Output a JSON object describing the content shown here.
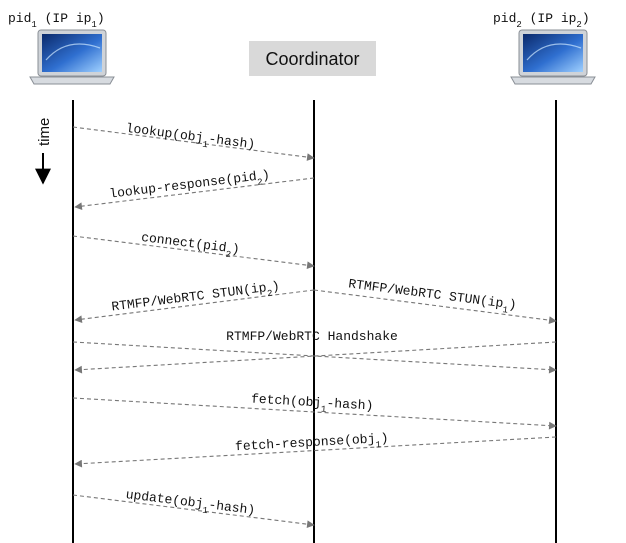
{
  "peer1": {
    "label_prefix": "pid",
    "label_sub": "1",
    "label_mid": " (IP ip",
    "label_sub2": "1",
    "label_suffix": ")"
  },
  "peer2": {
    "label_prefix": "pid",
    "label_sub": "2",
    "label_mid": " (IP ip",
    "label_sub2": "2",
    "label_suffix": ")"
  },
  "coordinator": {
    "label": "Coordinator"
  },
  "time_axis": {
    "label": "time"
  },
  "messages": [
    {
      "parts": [
        "lookup(obj",
        "1",
        "-hash)"
      ],
      "from": "peer1",
      "to": "coordinator"
    },
    {
      "parts": [
        "lookup-response(pid",
        "2",
        ")"
      ],
      "from": "coordinator",
      "to": "peer1"
    },
    {
      "parts": [
        "connect(pid",
        "2",
        ")"
      ],
      "from": "peer1",
      "to": "coordinator"
    },
    {
      "parts": [
        "RTMFP/WebRTC STUN(ip",
        "2",
        ")"
      ],
      "from": "coordinator",
      "to": "peer1"
    },
    {
      "parts": [
        "RTMFP/WebRTC STUN(ip",
        "1",
        ")"
      ],
      "from": "coordinator",
      "to": "peer2"
    },
    {
      "parts": [
        "RTMFP/WebRTC Handshake",
        "",
        ""
      ],
      "from": "peer1",
      "to": "peer2",
      "bidirectional": true
    },
    {
      "parts": [
        "fetch(obj",
        "1",
        "-hash)"
      ],
      "from": "peer1",
      "to": "peer2"
    },
    {
      "parts": [
        "fetch-response(obj",
        "1",
        ")"
      ],
      "from": "peer2",
      "to": "peer1"
    },
    {
      "parts": [
        "update(obj",
        "1",
        "-hash)"
      ],
      "from": "peer1",
      "to": "coordinator"
    }
  ]
}
